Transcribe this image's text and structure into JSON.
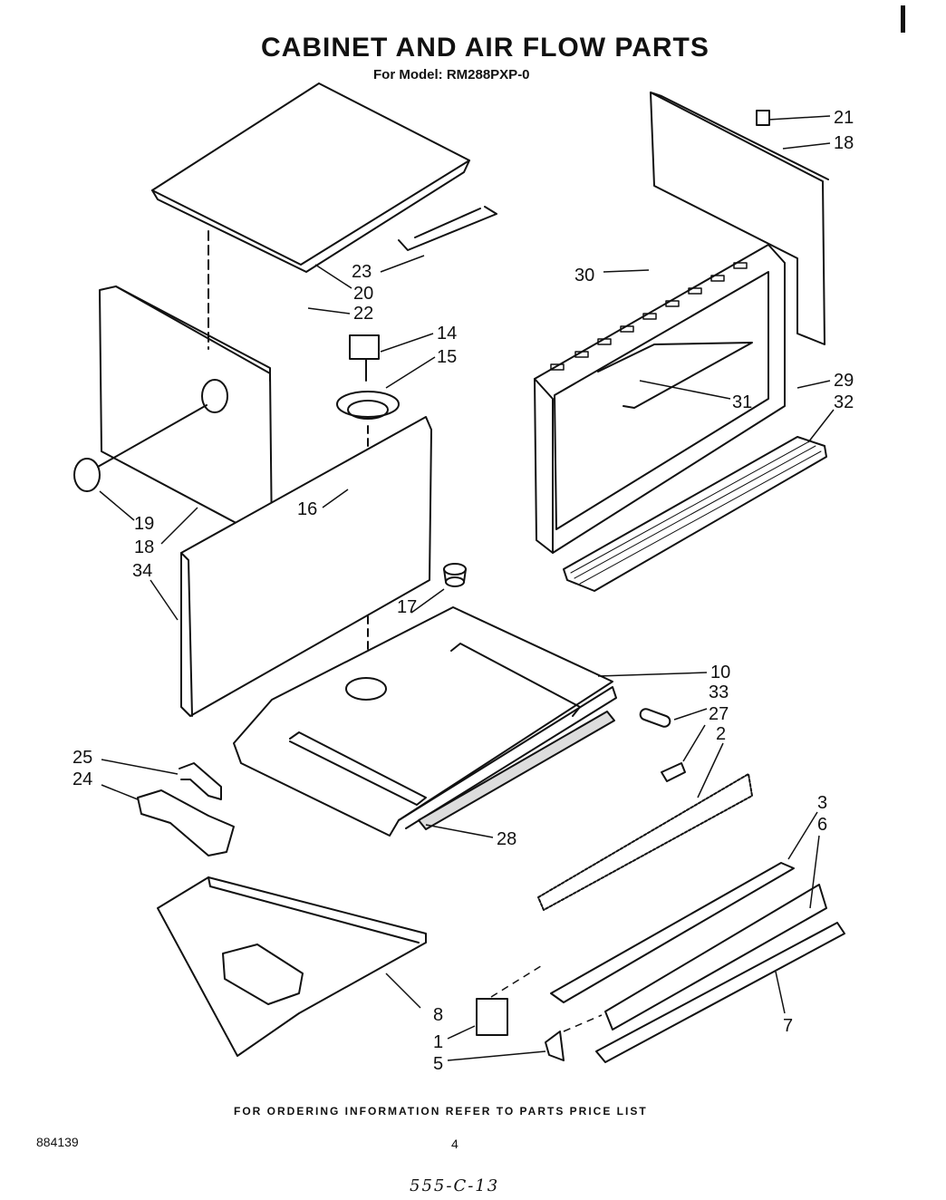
{
  "header": {
    "title": "CABINET AND AIR FLOW PARTS",
    "subtitle": "For Model: RM288PXP-0"
  },
  "callouts": [
    "21",
    "18",
    "23",
    "20",
    "22",
    "30",
    "14",
    "15",
    "29",
    "32",
    "31",
    "19",
    "18",
    "16",
    "34",
    "17",
    "10",
    "33",
    "27",
    "2",
    "25",
    "24",
    "28",
    "3",
    "6",
    "8",
    "7",
    "1",
    "5"
  ],
  "footer": {
    "ordering_note": "FOR ORDERING INFORMATION REFER TO PARTS PRICE LIST",
    "doc_number": "884139",
    "page_number": "4",
    "handwritten": "555-C-13"
  }
}
